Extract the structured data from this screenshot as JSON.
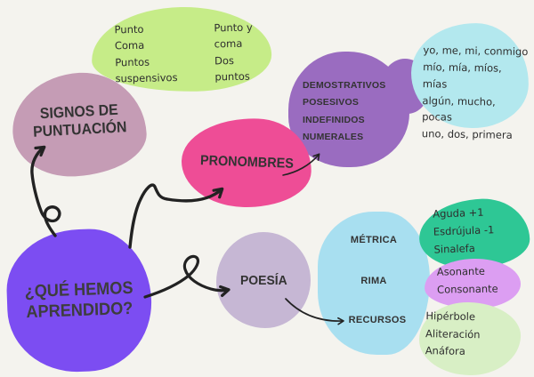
{
  "colors": {
    "background": "#f4f3ee",
    "arrow": "#222222",
    "text": "#333333",
    "center_blob": "#7c4df2",
    "punctuation_blob": "#c59cb5",
    "punctuation_examples_blob": "#c6ec88",
    "pronouns_blob": "#ee4d96",
    "pronoun_types_blob": "#9a6cc0",
    "pronoun_examples_blob": "#b3e8ee",
    "poetry_blob": "#c6b7d4",
    "poetry_aspects_blob": "#a8dff0",
    "metrica_blob": "#2ec795",
    "rima_blob": "#dc9ef2",
    "recursos_blob": "#d8efc5"
  },
  "center": {
    "title": "¿QUÉ HEMOS APRENDIDO?"
  },
  "punctuation": {
    "title": "SIGNOS DE PUNTUACIÓN",
    "examples_col1": [
      "Punto",
      "Coma",
      "Puntos suspensivos"
    ],
    "examples_col2": [
      "Punto y coma",
      "Dos puntos"
    ]
  },
  "pronouns": {
    "title": "PRONOMBRES",
    "types": [
      "DEMOSTRATIVOS",
      "POSESIVOS",
      "INDEFINIDOS",
      "NUMERALES"
    ],
    "examples": [
      "yo, me, mi, conmigo",
      "mío, mía, míos, mías",
      "algún, mucho, pocas",
      "uno, dos, primera"
    ]
  },
  "poetry": {
    "title": "POESÍA",
    "aspect_metrica": "MÉTRICA",
    "aspect_rima": "RIMA",
    "aspect_recursos": "RECURSOS",
    "metrica_items": [
      "Aguda +1",
      "Esdrújula -1",
      "Sinalefa"
    ],
    "rima_items": [
      "Asonante",
      "Consonante"
    ],
    "recursos_items": [
      "Hipérbole",
      "Aliteración",
      "Anáfora"
    ]
  }
}
